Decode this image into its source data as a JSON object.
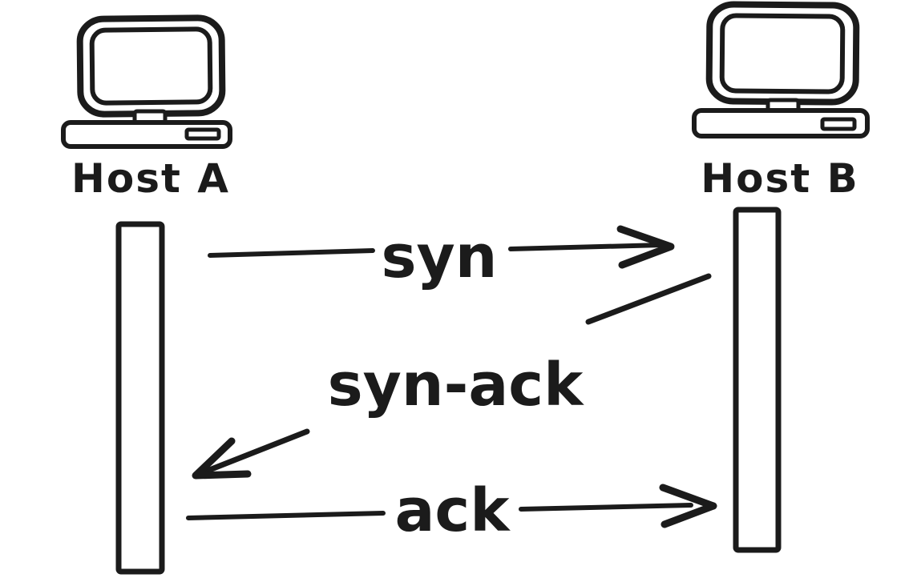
{
  "diagram": {
    "type": "sequence-diagram",
    "style": "hand-drawn-sketch",
    "colors": {
      "ink": "#1b1b1b",
      "background": "#ffffff"
    },
    "actors": [
      {
        "id": "host-a",
        "label": "Host A",
        "icon": "computer-icon"
      },
      {
        "id": "host-b",
        "label": "Host B",
        "icon": "computer-icon"
      }
    ],
    "messages": [
      {
        "order": 1,
        "label": "syn",
        "from": "Host A",
        "to": "Host B",
        "direction": "right"
      },
      {
        "order": 2,
        "label": "syn-ack",
        "from": "Host B",
        "to": "Host A",
        "direction": "left"
      },
      {
        "order": 3,
        "label": "ack",
        "from": "Host A",
        "to": "Host B",
        "direction": "right"
      }
    ]
  }
}
